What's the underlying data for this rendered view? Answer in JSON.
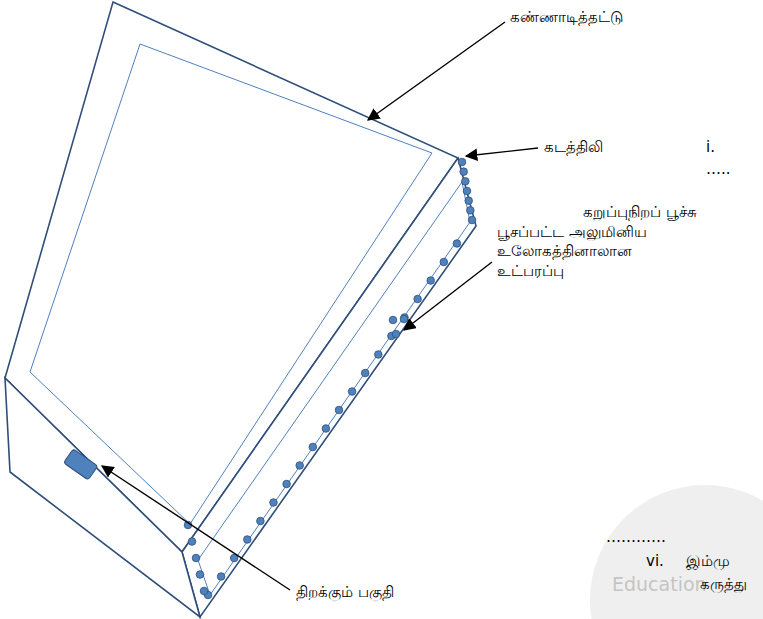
{
  "diagram": {
    "labels": [
      "கண்ணாடித்தட்டு",
      "கடத்திலி",
      "i.",
      "…..",
      "கறுப்புநிறப் பூச்சு பூசப்பட்ட அலுமினிய உலோகத்தினாலான உட்பரப்பு",
      "Education",
      "…………",
      "vi.",
      "இம்மு",
      "கருத்து",
      "திறக்கும் பகுதி"
    ]
  }
}
